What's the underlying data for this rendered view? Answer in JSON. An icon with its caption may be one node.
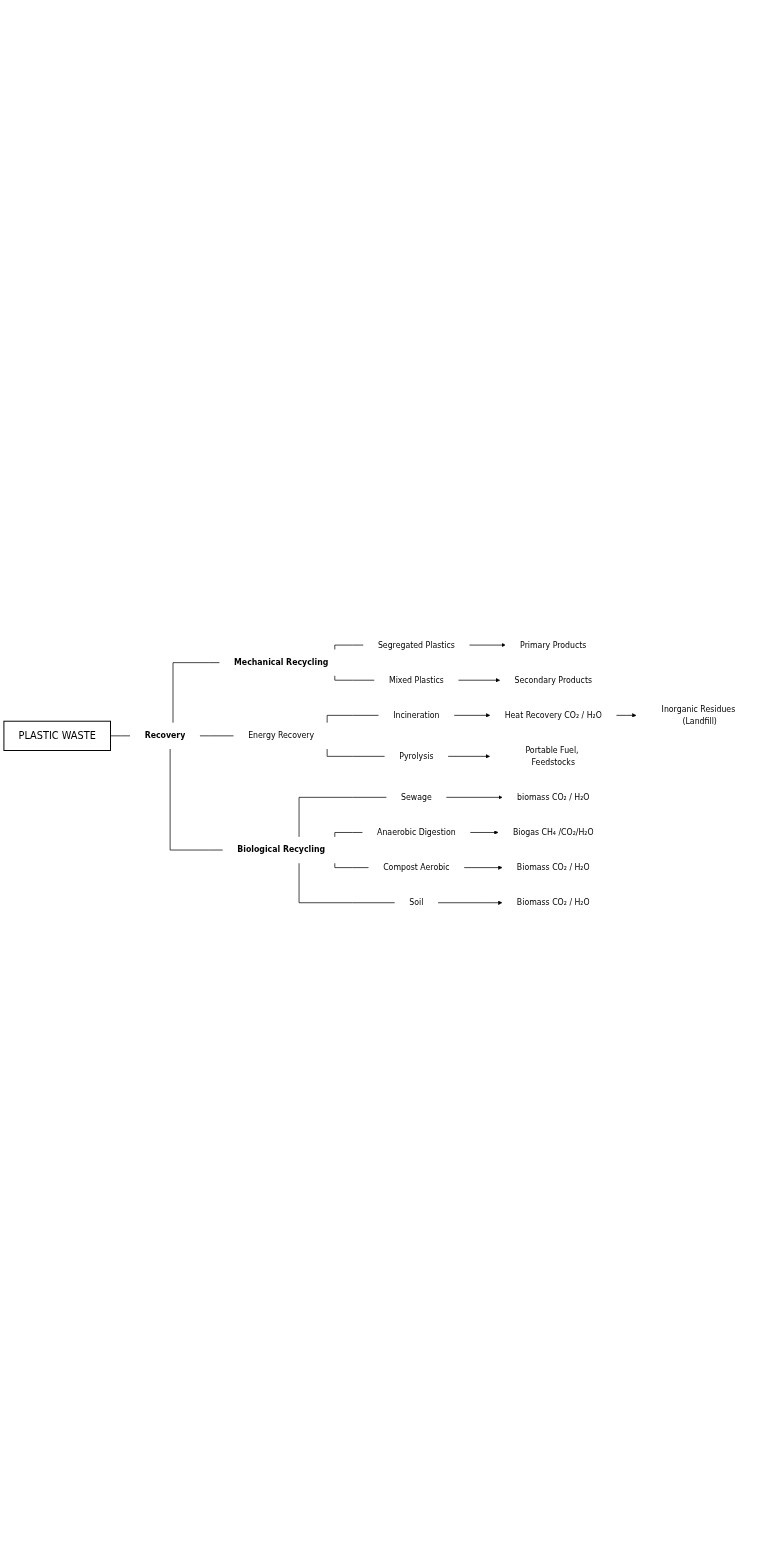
{
  "diagram": {
    "nodes": [
      {
        "text": [
          "PLASTIC WASTE"
        ]
      },
      {
        "text": [
          "Recovery"
        ]
      },
      {
        "text": [
          "Mechanical Recycling"
        ]
      },
      {
        "text": [
          "Energy Recovery"
        ]
      },
      {
        "text": [
          "Biological Recycling"
        ]
      },
      {
        "text": [
          "Segregated Plastics"
        ]
      },
      {
        "text": [
          "Mixed Plastics"
        ]
      },
      {
        "text": [
          "Primary Products"
        ]
      },
      {
        "text": [
          "Secondary Products"
        ]
      },
      {
        "text": [
          "Incineration"
        ]
      },
      {
        "text": [
          "Pyrolysis"
        ]
      },
      {
        "text": [
          "Heat Recovery CO₂ / H₂O"
        ]
      },
      {
        "text": [
          "Portable Fuel, Feedstocks"
        ]
      },
      {
        "text": [
          "Inorganic Residues (Landfill)"
        ]
      },
      {
        "text": [
          "Sewage"
        ]
      },
      {
        "text": [
          "Anaerobic Digestion"
        ]
      },
      {
        "text": [
          "Compost Aerobic"
        ]
      },
      {
        "text": [
          "Soil"
        ]
      },
      {
        "text": [
          "biomass CO₂ / H₂O"
        ]
      },
      {
        "text": [
          "Biogas CH₄ /CO₂/H₂O"
        ]
      },
      {
        "text": [
          "Biomass CO₂ / H₂O"
        ]
      },
      {
        "text": [
          "Biomass CO₂ / H₂O"
        ]
      }
    ],
    "edges": [
      {
        "from": 0,
        "to": 1,
        "arrow": "none"
      },
      {
        "from": 1,
        "to": 2,
        "arrow": "none"
      },
      {
        "from": 1,
        "to": 3,
        "arrow": "none"
      },
      {
        "from": 1,
        "to": 4,
        "arrow": "none"
      },
      {
        "from": 2,
        "to": 5,
        "arrow": "none"
      },
      {
        "from": 2,
        "to": 6,
        "arrow": "none"
      },
      {
        "from": 5,
        "to": 7,
        "arrow": "to"
      },
      {
        "from": 6,
        "to": 8,
        "arrow": "to"
      },
      {
        "from": 3,
        "to": 9,
        "arrow": "none"
      },
      {
        "from": 3,
        "to": 10,
        "arrow": "none"
      },
      {
        "from": 9,
        "to": 11,
        "arrow": "to"
      },
      {
        "from": 10,
        "to": 12,
        "arrow": "to"
      },
      {
        "from": 11,
        "to": 13,
        "arrow": "to"
      },
      {
        "from": 4,
        "to": 14,
        "arrow": "none"
      },
      {
        "from": 4,
        "to": 15,
        "arrow": "none"
      },
      {
        "from": 4,
        "to": 16,
        "arrow": "none"
      },
      {
        "from": 4,
        "to": 17,
        "arrow": "none"
      },
      {
        "from": 14,
        "to": 18,
        "arrow": "to"
      },
      {
        "from": 15,
        "to": 19,
        "arrow": "to"
      },
      {
        "from": 16,
        "to": 20,
        "arrow": "to"
      },
      {
        "from": 17,
        "to": 21,
        "arrow": "to"
      }
    ]
  }
}
